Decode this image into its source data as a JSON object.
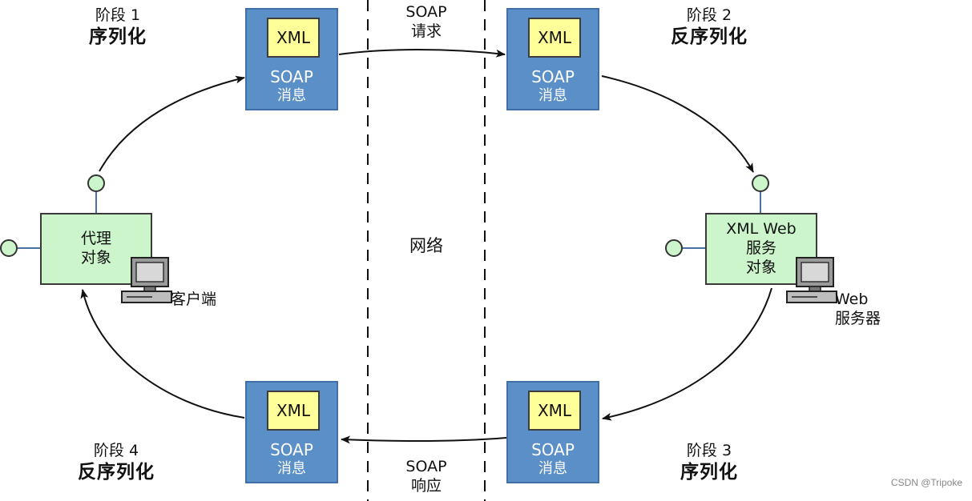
{
  "stages": {
    "stage1": {
      "num": "阶段 1",
      "name": "序列化"
    },
    "stage2": {
      "num": "阶段 2",
      "name": "反序列化"
    },
    "stage3": {
      "num": "阶段 3",
      "name": "序列化"
    },
    "stage4": {
      "num": "阶段 4",
      "name": "反序列化"
    }
  },
  "soap_box": {
    "xml": "XML",
    "line1": "SOAP",
    "line2": "消息"
  },
  "network": {
    "request_line1": "SOAP",
    "request_line2": "请求",
    "response_line1": "SOAP",
    "response_line2": "响应",
    "label": "网络"
  },
  "client": {
    "proxy_line1": "代理",
    "proxy_line2": "对象",
    "label": "客户端"
  },
  "server": {
    "obj_line1": "XML Web",
    "obj_line2": "服务",
    "obj_line3": "对象",
    "label_line1": "Web",
    "label_line2": "服务器"
  },
  "watermark": "CSDN @Tripoke",
  "colors": {
    "soap_box": "#5b8fc7",
    "xml_box": "#ffff99",
    "object_box": "#ccf5cc",
    "port": "#ccf5cc"
  }
}
